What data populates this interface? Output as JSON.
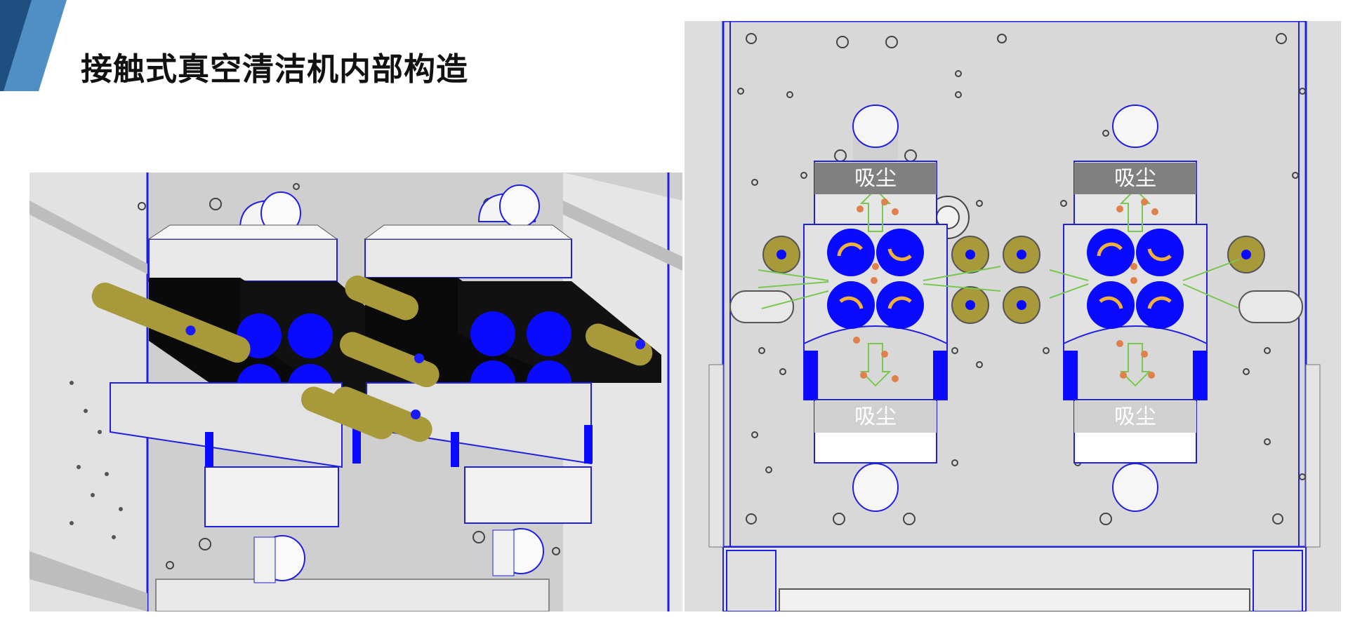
{
  "slide": {
    "title": "接触式真空清洁机内部构造"
  },
  "right_diagram": {
    "labels": {
      "top_left": "吸尘",
      "top_right": "吸尘",
      "bottom_left": "吸尘",
      "bottom_right": "吸尘"
    }
  },
  "colors": {
    "accent_dark": "#1e4f80",
    "accent_light": "#4f8fc4",
    "roller_blue": "#0000ff",
    "shaft_gold": "#a89a3a",
    "flow_green": "#78c850",
    "particle_orange": "#e0804a",
    "label_gray": "#808080"
  }
}
